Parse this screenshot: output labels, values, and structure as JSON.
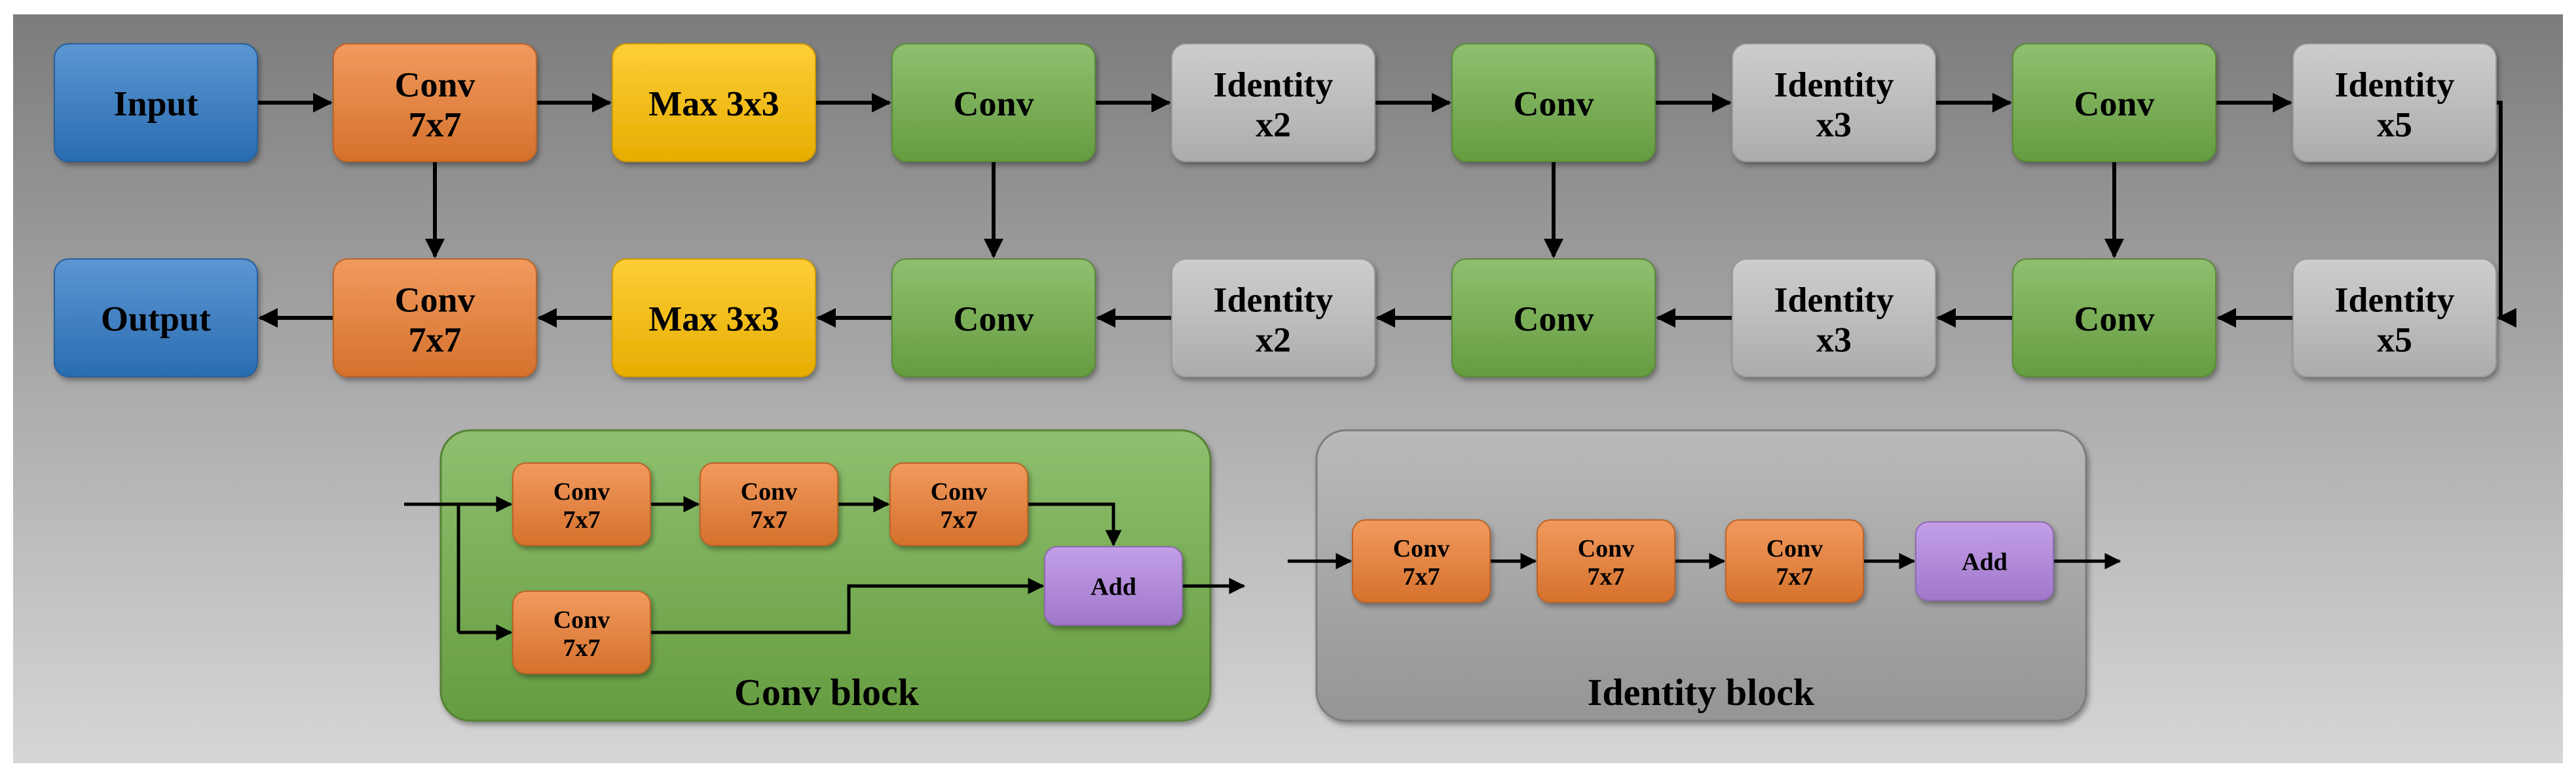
{
  "colors": {
    "input_output": "#2e78c5",
    "conv7x7": "#ed7d31",
    "maxpool": "#ffc000",
    "conv": "#70ad47",
    "identity": "#bfbfbf",
    "add": "#b284e0",
    "conv_block_panel": "#70ad47",
    "identity_block_panel": "#a6a6a6",
    "arrow": "#000000"
  },
  "main_flow": {
    "top_row": [
      {
        "id": "input",
        "line1": "Input",
        "line2": "",
        "kind": "io"
      },
      {
        "id": "conv7x7",
        "line1": "Conv",
        "line2": "7x7",
        "kind": "conv7x7"
      },
      {
        "id": "max",
        "line1": "Max 3x3",
        "line2": "",
        "kind": "max"
      },
      {
        "id": "conv-a",
        "line1": "Conv",
        "line2": "",
        "kind": "conv"
      },
      {
        "id": "identity-a",
        "line1": "Identity",
        "line2": "x2",
        "kind": "identity"
      },
      {
        "id": "conv-b",
        "line1": "Conv",
        "line2": "",
        "kind": "conv"
      },
      {
        "id": "identity-b",
        "line1": "Identity",
        "line2": "x3",
        "kind": "identity"
      },
      {
        "id": "conv-c",
        "line1": "Conv",
        "line2": "",
        "kind": "conv"
      },
      {
        "id": "identity-c",
        "line1": "Identity",
        "line2": "x5",
        "kind": "identity"
      }
    ],
    "bottom_row": [
      {
        "id": "output",
        "line1": "Output",
        "line2": "",
        "kind": "io"
      },
      {
        "id": "conv7x7",
        "line1": "Conv",
        "line2": "7x7",
        "kind": "conv7x7"
      },
      {
        "id": "max",
        "line1": "Max 3x3",
        "line2": "",
        "kind": "max"
      },
      {
        "id": "conv-a",
        "line1": "Conv",
        "line2": "",
        "kind": "conv"
      },
      {
        "id": "identity-a",
        "line1": "Identity",
        "line2": "x2",
        "kind": "identity"
      },
      {
        "id": "conv-b",
        "line1": "Conv",
        "line2": "",
        "kind": "conv"
      },
      {
        "id": "identity-b",
        "line1": "Identity",
        "line2": "x3",
        "kind": "identity"
      },
      {
        "id": "conv-c",
        "line1": "Conv",
        "line2": "",
        "kind": "conv"
      },
      {
        "id": "identity-c",
        "line1": "Identity",
        "line2": "x5",
        "kind": "identity"
      }
    ],
    "skip_connections_from_top_indices": [
      1,
      3,
      5,
      7
    ]
  },
  "conv_block": {
    "title": "Conv block",
    "main_path": [
      {
        "line1": "Conv",
        "line2": "7x7"
      },
      {
        "line1": "Conv",
        "line2": "7x7"
      },
      {
        "line1": "Conv",
        "line2": "7x7"
      }
    ],
    "shortcut": {
      "line1": "Conv",
      "line2": "7x7"
    },
    "add_label": "Add"
  },
  "identity_block": {
    "title": "Identity block",
    "main_path": [
      {
        "line1": "Conv",
        "line2": "7x7"
      },
      {
        "line1": "Conv",
        "line2": "7x7"
      },
      {
        "line1": "Conv",
        "line2": "7x7"
      }
    ],
    "add_label": "Add"
  }
}
